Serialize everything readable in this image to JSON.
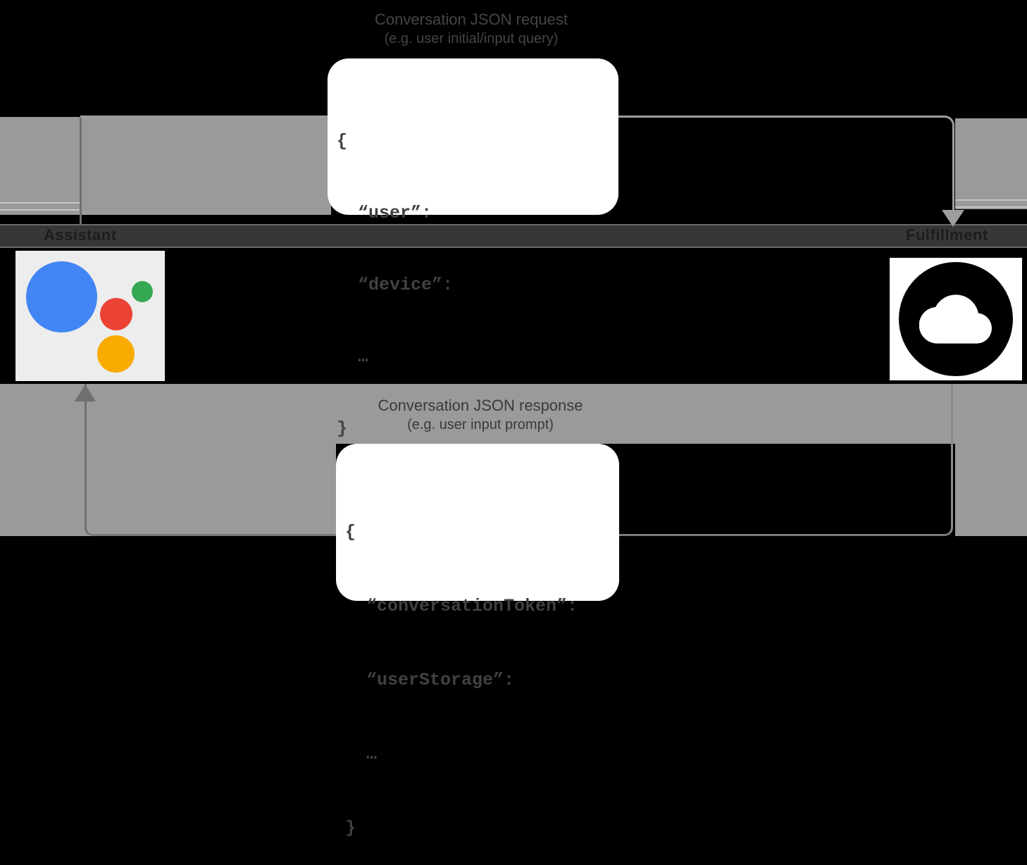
{
  "diagram": {
    "request": {
      "title": "Conversation JSON request",
      "subtitle": "(e.g. user initial/input query)",
      "code_lines": [
        "{",
        "  “user”:",
        "  “device”:",
        "  …",
        "}"
      ]
    },
    "response": {
      "title": "Conversation JSON response",
      "subtitle": "(e.g. user input prompt)",
      "code_lines": [
        "{",
        "  “conversationToken”:",
        "  “userStorage”:",
        "  …",
        "}"
      ]
    },
    "entities": {
      "left": {
        "label": "Assistant",
        "icon": "google-assistant-logo"
      },
      "right": {
        "label": "Fulfillment",
        "icon": "google-cloud-icon"
      }
    },
    "colors": {
      "assistant_blue": "#4285f4",
      "assistant_red": "#ea4335",
      "assistant_green": "#34a853",
      "assistant_yellow": "#f9ab00",
      "arrow_gray": "#9e9e9e",
      "panel_gray": "#9a9a9a",
      "code_text": "#3f4245"
    }
  }
}
